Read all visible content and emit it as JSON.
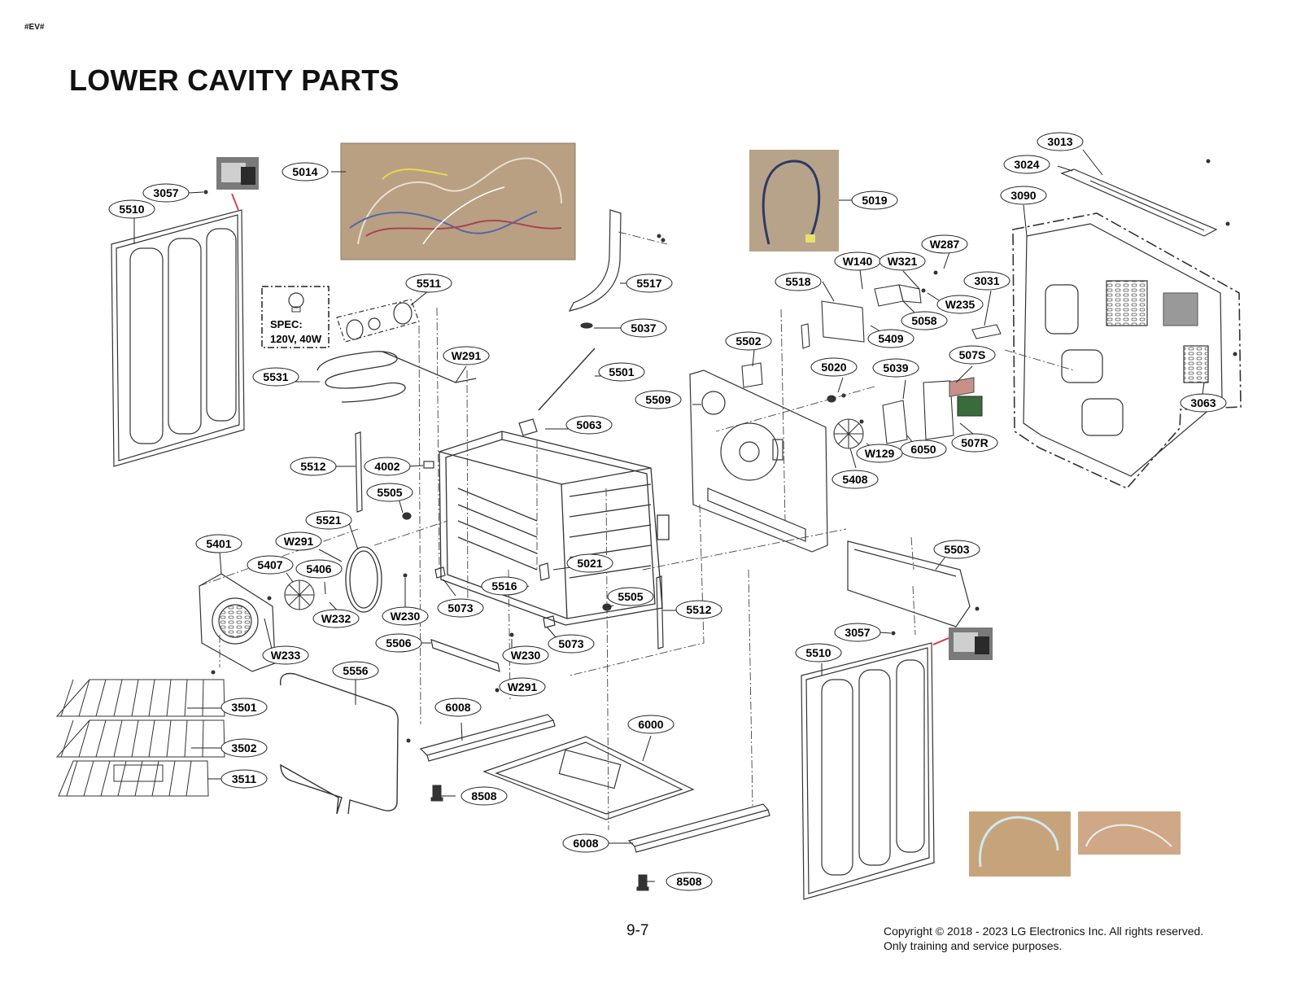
{
  "header": {
    "corner_tag": "#EV#",
    "title": "LOWER CAVITY PARTS"
  },
  "footer": {
    "page_number": "9-7",
    "copyright_line1": "Copyright © 2018 - 2023 LG Electronics Inc. All rights reserved.",
    "copyright_line2": "Only training and service purposes."
  },
  "spec_box": {
    "line1": "SPEC:",
    "line2": "120V, 40W"
  },
  "callouts": [
    {
      "id": "c-3013",
      "label": "3013"
    },
    {
      "id": "c-3024",
      "label": "3024"
    },
    {
      "id": "c-3090",
      "label": "3090"
    },
    {
      "id": "c-5014",
      "label": "5014"
    },
    {
      "id": "c-3057a",
      "label": "3057"
    },
    {
      "id": "c-5510a",
      "label": "5510"
    },
    {
      "id": "c-5019",
      "label": "5019"
    },
    {
      "id": "c-W287",
      "label": "W287"
    },
    {
      "id": "c-W140",
      "label": "W140"
    },
    {
      "id": "c-W321",
      "label": "W321"
    },
    {
      "id": "c-3031",
      "label": "3031"
    },
    {
      "id": "c-5518",
      "label": "5518"
    },
    {
      "id": "c-5511",
      "label": "5511"
    },
    {
      "id": "c-5517",
      "label": "5517"
    },
    {
      "id": "c-W235",
      "label": "W235"
    },
    {
      "id": "c-5058",
      "label": "5058"
    },
    {
      "id": "c-5037",
      "label": "5037"
    },
    {
      "id": "c-5409",
      "label": "5409"
    },
    {
      "id": "c-5502",
      "label": "5502"
    },
    {
      "id": "c-507S",
      "label": "507S"
    },
    {
      "id": "c-W291a",
      "label": "W291"
    },
    {
      "id": "c-5020",
      "label": "5020"
    },
    {
      "id": "c-5039",
      "label": "5039"
    },
    {
      "id": "c-5501",
      "label": "5501"
    },
    {
      "id": "c-5531",
      "label": "5531"
    },
    {
      "id": "c-5509",
      "label": "5509"
    },
    {
      "id": "c-3063",
      "label": "3063"
    },
    {
      "id": "c-5063",
      "label": "5063"
    },
    {
      "id": "c-507R",
      "label": "507R"
    },
    {
      "id": "c-6050",
      "label": "6050"
    },
    {
      "id": "c-W129",
      "label": "W129"
    },
    {
      "id": "c-5512a",
      "label": "5512"
    },
    {
      "id": "c-4002",
      "label": "4002"
    },
    {
      "id": "c-5408",
      "label": "5408"
    },
    {
      "id": "c-5505a",
      "label": "5505"
    },
    {
      "id": "c-5521",
      "label": "5521"
    },
    {
      "id": "c-5401",
      "label": "5401"
    },
    {
      "id": "c-W291b",
      "label": "W291"
    },
    {
      "id": "c-5503",
      "label": "5503"
    },
    {
      "id": "c-5407",
      "label": "5407"
    },
    {
      "id": "c-5406",
      "label": "5406"
    },
    {
      "id": "c-5021",
      "label": "5021"
    },
    {
      "id": "c-5516",
      "label": "5516"
    },
    {
      "id": "c-5505b",
      "label": "5505"
    },
    {
      "id": "c-5073a",
      "label": "5073"
    },
    {
      "id": "c-W232",
      "label": "W232"
    },
    {
      "id": "c-W230a",
      "label": "W230"
    },
    {
      "id": "c-5512b",
      "label": "5512"
    },
    {
      "id": "c-3057b",
      "label": "3057"
    },
    {
      "id": "c-5506",
      "label": "5506"
    },
    {
      "id": "c-5073b",
      "label": "5073"
    },
    {
      "id": "c-5510b",
      "label": "5510"
    },
    {
      "id": "c-W233",
      "label": "W233"
    },
    {
      "id": "c-W230b",
      "label": "W230"
    },
    {
      "id": "c-5556",
      "label": "5556"
    },
    {
      "id": "c-W291c",
      "label": "W291"
    },
    {
      "id": "c-3501",
      "label": "3501"
    },
    {
      "id": "c-6008a",
      "label": "6008"
    },
    {
      "id": "c-6000",
      "label": "6000"
    },
    {
      "id": "c-3502",
      "label": "3502"
    },
    {
      "id": "c-3511",
      "label": "3511"
    },
    {
      "id": "c-8508a",
      "label": "8508"
    },
    {
      "id": "c-6008b",
      "label": "6008"
    },
    {
      "id": "c-8508b",
      "label": "8508"
    }
  ]
}
